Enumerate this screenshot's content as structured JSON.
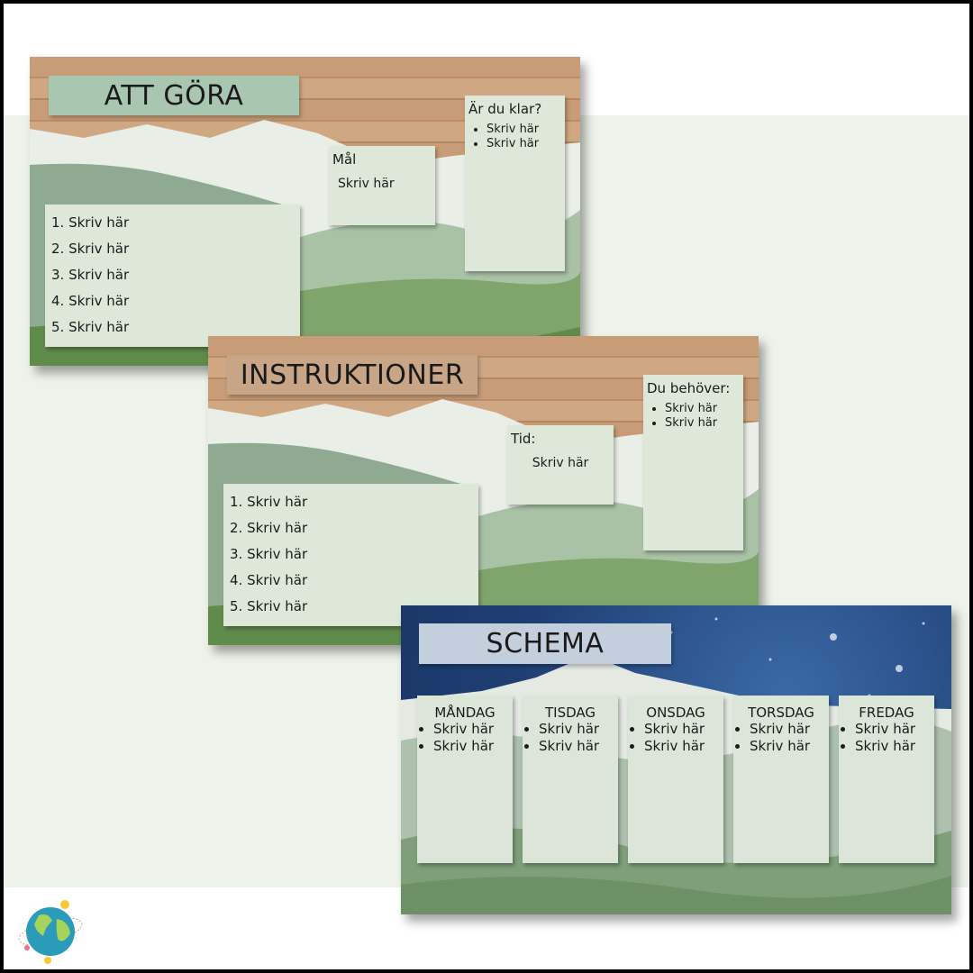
{
  "slides": [
    {
      "title": "ATT GÖRA",
      "title_color": "#a9c6b0",
      "small_label": "Mål",
      "small_text": "Skriv här",
      "tall_label": "Är du klar?",
      "tall_items": [
        "Skriv här",
        "Skriv här"
      ],
      "list": [
        "1.  Skriv här",
        "2. Skriv här",
        "3. Skriv här",
        "4. Skriv här",
        "5. Skriv här"
      ]
    },
    {
      "title": "INSTRUKTIONER",
      "title_color": "#c8a587",
      "small_label": "Tid:",
      "small_text": "Skriv här",
      "tall_label": "Du behöver:",
      "tall_items": [
        "Skriv här",
        "Skriv här"
      ],
      "list": [
        "1.  Skriv här",
        "2. Skriv här",
        "3. Skriv här",
        "4. Skriv här",
        "5. Skriv här"
      ]
    }
  ],
  "schema": {
    "title": "SCHEMA",
    "title_color": "#c3cfdc",
    "days": [
      {
        "name": "MÅNDAG",
        "items": [
          "Skriv här",
          "Skriv här"
        ]
      },
      {
        "name": "TISDAG",
        "items": [
          "Skriv här",
          "Skriv här"
        ]
      },
      {
        "name": "ONSDAG",
        "items": [
          "Skriv här",
          "Skriv här"
        ]
      },
      {
        "name": "TORSDAG",
        "items": [
          "Skriv här",
          "Skriv här"
        ]
      },
      {
        "name": "FREDAG",
        "items": [
          "Skriv här",
          "Skriv här"
        ]
      }
    ]
  }
}
